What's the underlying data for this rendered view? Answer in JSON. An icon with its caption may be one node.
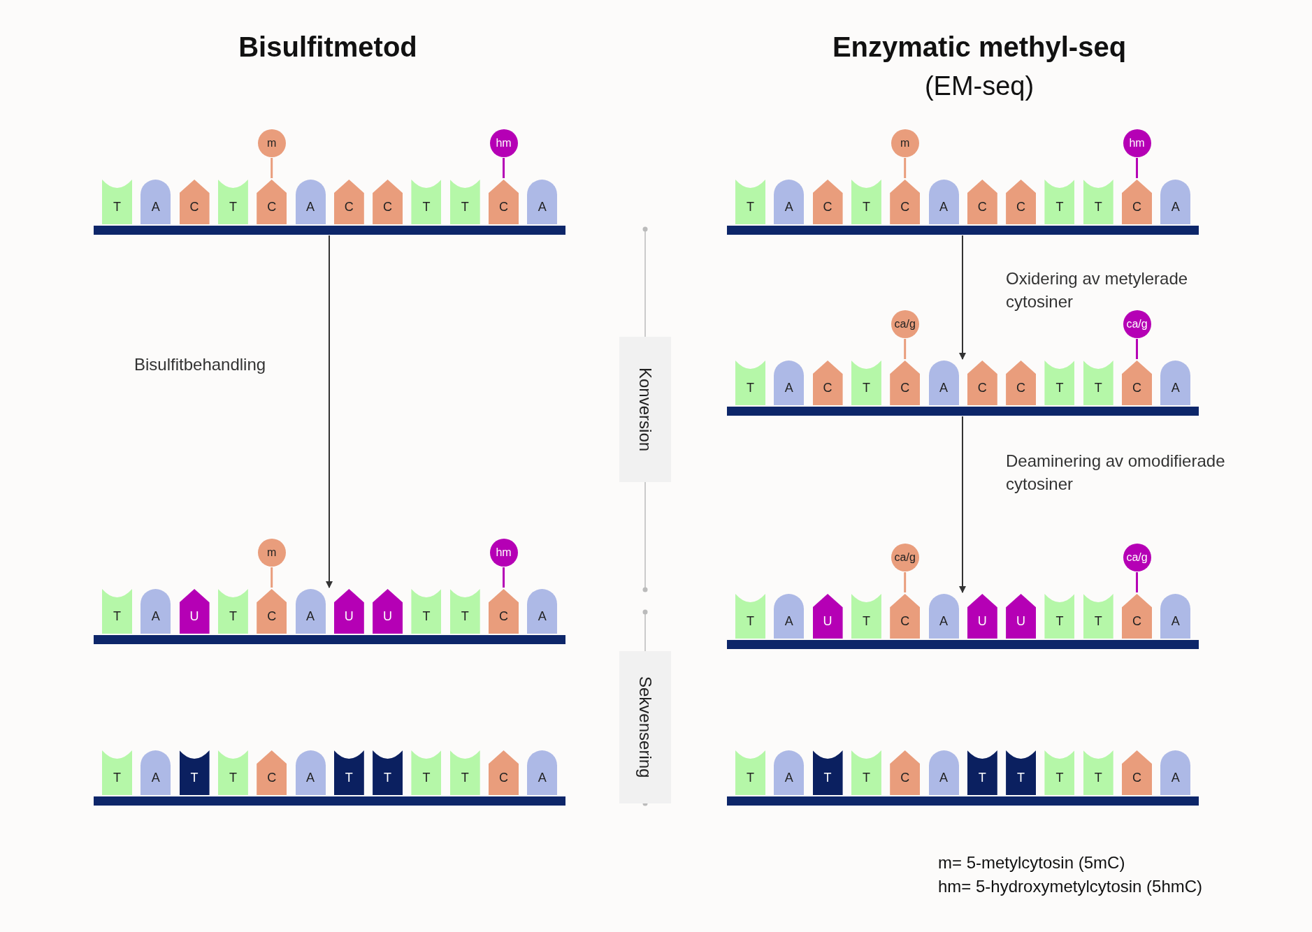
{
  "diagram": {
    "nodes": [
      {
        "text": [
          "T",
          "A",
          "C",
          "T",
          "C",
          "A",
          "C",
          "C",
          "T",
          "T",
          "C",
          "A"
        ]
      },
      {
        "text": [
          "m"
        ]
      },
      {
        "text": [
          "hm"
        ]
      },
      {
        "text": [
          "T",
          "A",
          "U",
          "T",
          "C",
          "A",
          "U",
          "U",
          "T",
          "T",
          "C",
          "A"
        ]
      },
      {
        "text": [
          "m"
        ]
      },
      {
        "text": [
          "hm"
        ]
      },
      {
        "text": [
          "T",
          "A",
          "T",
          "T",
          "C",
          "A",
          "T",
          "T",
          "T",
          "T",
          "C",
          "A"
        ]
      },
      {
        "text": [
          "T",
          "A",
          "C",
          "T",
          "C",
          "A",
          "C",
          "C",
          "T",
          "T",
          "C",
          "A"
        ]
      },
      {
        "text": [
          "m"
        ]
      },
      {
        "text": [
          "hm"
        ]
      },
      {
        "text": [
          "T",
          "A",
          "C",
          "T",
          "C",
          "A",
          "C",
          "C",
          "T",
          "T",
          "C",
          "A"
        ]
      },
      {
        "text": [
          "ca/g"
        ]
      },
      {
        "text": [
          "ca/g"
        ]
      },
      {
        "text": [
          "T",
          "A",
          "U",
          "T",
          "C",
          "A",
          "U",
          "U",
          "T",
          "T",
          "C",
          "A"
        ]
      },
      {
        "text": [
          "ca/g"
        ]
      },
      {
        "text": [
          "ca/g"
        ]
      },
      {
        "text": [
          "T",
          "A",
          "T",
          "T",
          "C",
          "A",
          "T",
          "T",
          "T",
          "T",
          "C",
          "A"
        ]
      },
      {
        "text": [
          "Konversion"
        ]
      },
      {
        "text": [
          "Sekvensering"
        ]
      }
    ],
    "edges": [
      {
        "from": 0,
        "to": 3,
        "arrow": "to",
        "label": "Bisulfitbehandling",
        "color": "#333333"
      },
      {
        "from": 7,
        "to": 10,
        "arrow": "to",
        "label": "Oxidering av metylerade cytosiner",
        "color": "#333333"
      },
      {
        "from": 10,
        "to": 13,
        "arrow": "to",
        "label": "Deaminering av omodifierade cytosiner",
        "color": "#333333"
      },
      {
        "from": 1,
        "to": 0,
        "arrow": "none",
        "color": "#e99d7c"
      },
      {
        "from": 2,
        "to": 0,
        "arrow": "none",
        "color": "#b500b5"
      },
      {
        "from": 4,
        "to": 3,
        "arrow": "none",
        "color": "#e99d7c"
      },
      {
        "from": 5,
        "to": 3,
        "arrow": "none",
        "color": "#b500b5"
      },
      {
        "from": 8,
        "to": 7,
        "arrow": "none",
        "color": "#e99d7c"
      },
      {
        "from": 9,
        "to": 7,
        "arrow": "none",
        "color": "#b500b5"
      },
      {
        "from": 11,
        "to": 10,
        "arrow": "none",
        "color": "#e99d7c"
      },
      {
        "from": 12,
        "to": 10,
        "arrow": "none",
        "color": "#b500b5"
      },
      {
        "from": 14,
        "to": 13,
        "arrow": "none",
        "color": "#e99d7c"
      },
      {
        "from": 15,
        "to": 13,
        "arrow": "none",
        "color": "#b500b5"
      }
    ],
    "labels": [
      "Bisulfitmetod",
      "Enzymatic methyl-seq",
      "(EM-seq)",
      "m= 5-metylcytosin (5mC)",
      "hm= 5-hydroxymetylcytosin (5hmC)"
    ]
  }
}
